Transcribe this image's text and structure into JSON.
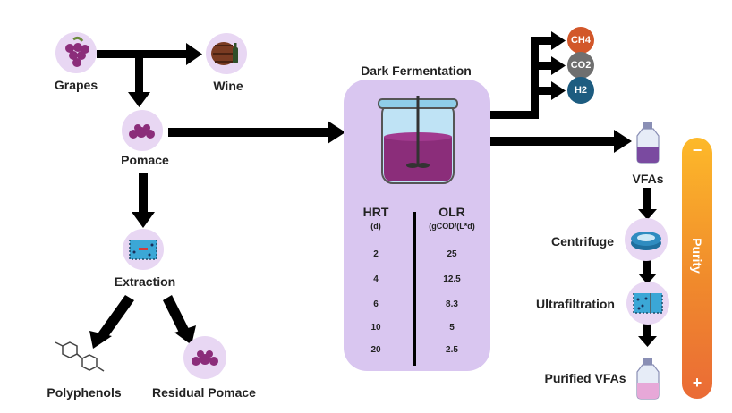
{
  "title": "Dark Fermentation",
  "nodes": {
    "grapes": "Grapes",
    "wine": "Wine",
    "pomace": "Pomace",
    "extraction": "Extraction",
    "polyphenols": "Polyphenols",
    "residual_pomace": "Residual Pomace",
    "vfas": "VFAs",
    "centrifuge": "Centrifuge",
    "ultrafiltration": "Ultrafiltration",
    "purified_vfas": "Purified VFAs"
  },
  "gases": [
    {
      "label": "CH4",
      "color": "#d2572a"
    },
    {
      "label": "CO2",
      "color": "#6f6f6f"
    },
    {
      "label": "H2",
      "color": "#1d5c80"
    }
  ],
  "table": {
    "hrt_header": "HRT",
    "hrt_unit": "(d)",
    "olr_header": "OLR",
    "olr_unit": "(gCOD/(L*d)",
    "hrt_values": [
      "2",
      "4",
      "6",
      "10",
      "20"
    ],
    "olr_values": [
      "25",
      "12.5",
      "8.3",
      "5",
      "2.5"
    ]
  },
  "purity": {
    "label": "Purity",
    "top_sign": "−",
    "bottom_sign": "+"
  },
  "colors": {
    "node_bg": "#e8d7f3",
    "reactor_bg": "#d9c6f0",
    "grape": "#8b2d7a",
    "arrow": "#000000"
  }
}
